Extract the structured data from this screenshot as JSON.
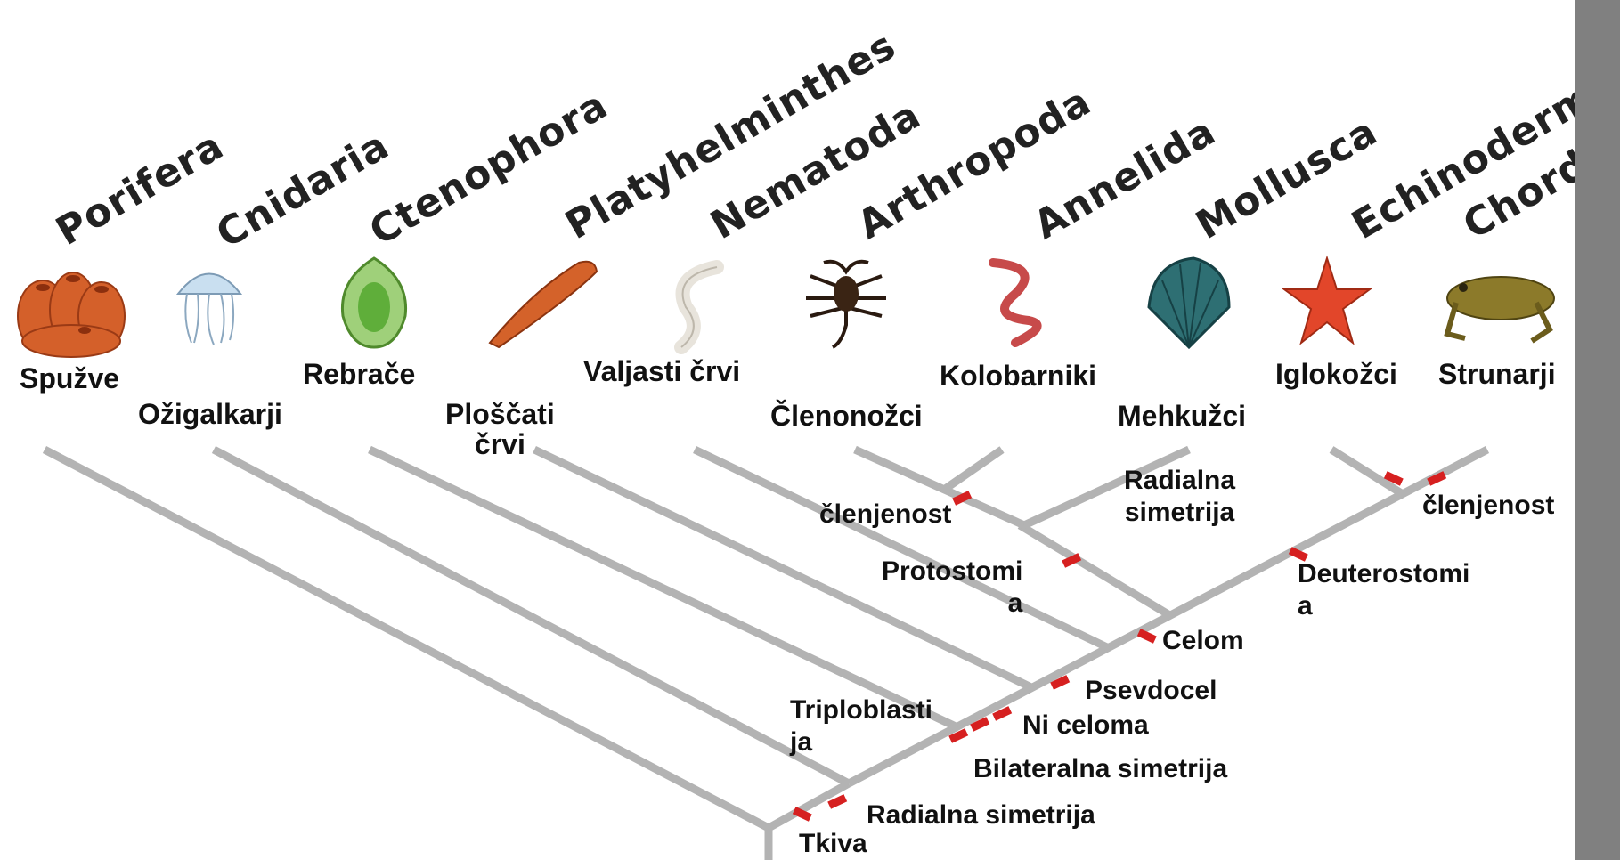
{
  "phyla": [
    "Porifera",
    "Cnidaria",
    "Ctenophora",
    "Platyhelminthes",
    "Nematoda",
    "Arthropoda",
    "Annelida",
    "Mollusca",
    "Echinodermata",
    "Chordata"
  ],
  "common_names": {
    "porifera": "Spužve",
    "cnidaria": "Ožigalkarji",
    "ctenophora": "Rebrače",
    "platyhelminthes": [
      "Ploščati",
      "črvi"
    ],
    "nematoda": "Valjasti črvi",
    "arthropoda": "Členonožci",
    "annelida": "Kolobarniki",
    "mollusca": "Mehkužci",
    "echinodermata": "Iglokožci",
    "chordata": "Strunarji"
  },
  "traits": {
    "tkiva": "Tkiva",
    "radialna_simetrija": "Radialna simetrija",
    "triploblastija": [
      "Triploblasti",
      "ja"
    ],
    "bilateralna_simetrija": "Bilateralna simetrija",
    "ni_celoma": "Ni celoma",
    "psevdocel": "Psevdocel",
    "celom": "Celom",
    "protostomija": [
      "Protostomi",
      "a"
    ],
    "deuterostomija": [
      "Deuterostomi",
      "a"
    ],
    "clenjenost_left": "členjenost",
    "clenjenost_right": "členjenost",
    "radialna_simetrija_2": [
      "Radialna",
      "simetrija"
    ]
  },
  "icons": [
    "sponge-icon",
    "jellyfish-icon",
    "comb-jelly-icon",
    "flatworm-icon",
    "roundworm-icon",
    "scorpion-icon",
    "earthworm-icon",
    "shell-icon",
    "starfish-icon",
    "frog-icon"
  ],
  "colors": {
    "branch": "#b3b3b3",
    "marker": "#d62020",
    "sidebar": "#808080"
  }
}
